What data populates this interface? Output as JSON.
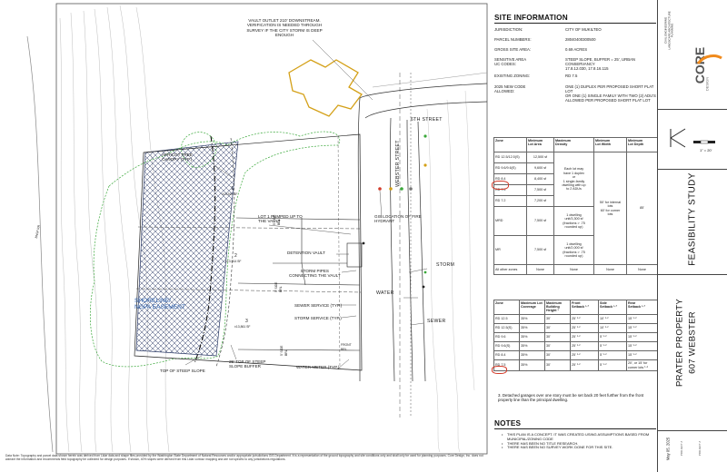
{
  "plan": {
    "callouts": {
      "vault_outlet": "VAULT OUTLET 210' DOWNSTREAM.\nVERIFICATION IS NEEDED THROUGH\nSURVEY IF THE CITY STORM IS DEEP\nENOUGH",
      "apricot_tree": "APRICOT TREE\nCANOPY (TYP.)",
      "lot1_pumped": "LOT 1 PUMPED UP TO\nTHE VAULT",
      "gis_hydrant": "GIS LOCATION OF FIRE\nHYDRANT",
      "detention_vault": "DETENTION VAULT",
      "storm_pipes": "STORM PIPES\nCONNECTING THE VAULT",
      "sewer_service": "SEWER SERVICE (TYP.)",
      "storm_service": "STORM SERVICE (TYP.)",
      "top_steep": "TOP OF STEEP SLOPE",
      "steep_buffer": "25' TOP OF STEEP\nSLOPE BUFFER",
      "water_meter": "WATER METER (TYP.)",
      "shoreline": "SHORELINE/\nNGPA EASEMENT"
    },
    "streets": {
      "sixth": "6TH STREET",
      "webster": "WEBSTER STREET"
    },
    "utilities": {
      "storm": "STORM",
      "water": "WATER",
      "sewer": "SEWER"
    },
    "lots": [
      {
        "num": "1",
        "area": "±13,914 SF"
      },
      {
        "num": "2",
        "area": "±13,914 SF"
      },
      {
        "num": "3",
        "area": "±13,861 SF"
      }
    ],
    "side_setback_label": "5' SIDE\nBRL",
    "misc": {
      "bnsf": "BNSF RR",
      "front_brl": "FRONT\nBRL"
    }
  },
  "data_note": "Data Note: Topography and parcel data shown herein was derived from Lidar data and shape files provided by the Washington State Department of Natural Resources and/or appropriate jurisdictions GIS Department. It is a representation of the ground topography and site conditions only and shall only be used for planning purposes. Core Design, Inc. does not warrant the information and recommends field topography be collected for design purposes. If shown, 40% slopes were derived from this Lidar contour mapping and are not specific to any jurisdictions regulations.",
  "site_info": {
    "title": "SITE INFORMATION",
    "rows": [
      {
        "key": "JURISDICTION:",
        "value": "CITY OF MUKILTEO"
      },
      {
        "key": "PARCEL NUMBERS:",
        "value": "28040400300500"
      },
      {
        "key": "GROSS SITE AREA:",
        "value": "0.69 ACRES"
      },
      {
        "key": "SENSITIVE AREA\nUC CODES:",
        "value": "STEEP SLOPE, BUFFER = 25', URBAN CONSERVANCY\n17.8.12.030, 17.8.16.115"
      },
      {
        "key": "EXISTING ZONING:",
        "value": "RD 7.5"
      },
      {
        "key": "2025 NEW CODE\nALLOWED:",
        "value": "ONE (1) DUPLEX PER PROPOSED SHORT PLAT LOT\nOR ONE (1) SINGLE FAMILY WITH TWO (2) ADU'S\nALLOWED PER PROPOSED SHORT PLAT LOT"
      }
    ]
  },
  "zone_table": {
    "headers": [
      "Zone",
      "Minimum\nLot Area",
      "Maximum\nDensity",
      "Minimum\nLot Width",
      "Minimum\nLot Depth"
    ],
    "rows": [
      {
        "zone": "RD 12.5/12.5(S)",
        "area": "12,500 sf"
      },
      {
        "zone": "RD 9.6/9.6(S)",
        "area": "9,600 sf"
      },
      {
        "zone": "RD 8.4",
        "area": "8,400 sf"
      },
      {
        "zone": "RD 7.5",
        "area": "7,500 sf"
      },
      {
        "zone": "RD 7.2",
        "area": "7,200 sf"
      },
      {
        "zone": "MRD",
        "area": "7,500 sf"
      },
      {
        "zone": "MR",
        "area": "7,500 sf"
      },
      {
        "zone": "All other zones",
        "area": "None"
      }
    ],
    "density_a": "Each lot may\nhave 1 duplex\nor\n1 single-family\ndwelling with up\nto 2 ADUs",
    "width_a": "50' for internal\nlots\n60' for corner\nlots",
    "depth_a": "85'",
    "density_mrd": "1 dwelling\nunit/3,300 sf\n(fractions > .75\nrounded up)",
    "density_mr": "1 dwelling\nunit/2,000 sf\n(fractions > .75\nrounded up)",
    "none": "None"
  },
  "setback_table": {
    "headers": [
      "Zone",
      "Maximum Lot\nCoverage",
      "Maximum\nBuilding\nHeight ³",
      "Front\nSetback ¹·²",
      "Side\nSetback ¹·²",
      "Rear\nSetback ¹·²"
    ],
    "rows": [
      {
        "zone": "RD 12.5",
        "cov": "35%",
        "ht": "30'",
        "front": "25' ¹·²",
        "side": "10' ¹·²",
        "rear": "15' ¹·²"
      },
      {
        "zone": "RD 12.5(S)",
        "cov": "35%",
        "ht": "30'",
        "front": "25' ¹·²",
        "side": "10' ¹·²",
        "rear": "15' ¹·²"
      },
      {
        "zone": "RD 9.6",
        "cov": "35%",
        "ht": "30'",
        "front": "25' ¹·²",
        "side": "5' ¹·²",
        "rear": "15' ¹·²"
      },
      {
        "zone": "RD 9.6(S)",
        "cov": "35%",
        "ht": "30'",
        "front": "25' ¹·²",
        "side": "5' ¹·²",
        "rear": "15' ¹·²"
      },
      {
        "zone": "RD 8.4",
        "cov": "35%",
        "ht": "30'",
        "front": "25' ¹·²",
        "side": "5' ¹·²",
        "rear": "15' ¹·²"
      },
      {
        "zone": "RD 7.5",
        "cov": "35%",
        "ht": "30'",
        "front": "25' ¹·²",
        "side": "5' ¹·²",
        "rear": "20', or 15' for\ncorner lots ¹·²"
      }
    ]
  },
  "footnote": "3.  Detached garages over one story must be set back 20 feet further from the front property line than the principal dwelling.",
  "notes": {
    "title": "NOTES",
    "items": [
      "THIS PLAN IS A CONCEPT. IT WAS CREATED USING ASSUMPTIONS BASED FROM MUNICIPAL/ZONING CODE",
      "THERE HAS BEEN NO TITLE RESEARCH.",
      "THERE HAS BEEN NO SURVEY WORK DONE FOR THIS SITE."
    ]
  },
  "title_block": {
    "firm_small": "CIVIL ENGINEERING\nLANDSCAPE ARCHITECTURE\nPLANNING",
    "logo": "CORE",
    "logo_sub": "DESIGN",
    "scale": "1\" = 20'",
    "study": "FEASIBILITY STUDY",
    "project": "PRATER PROPERTY",
    "address": "607 WEBSTER",
    "date": "May 05, 2025",
    "sheet_small": "PROJECT #"
  },
  "colors": {
    "vegetation": "#3aa83a",
    "building": "#d4a017",
    "shoreline": "#2a5fae",
    "highlight": "#d23b2a",
    "logo_orange": "#f08a1c"
  }
}
